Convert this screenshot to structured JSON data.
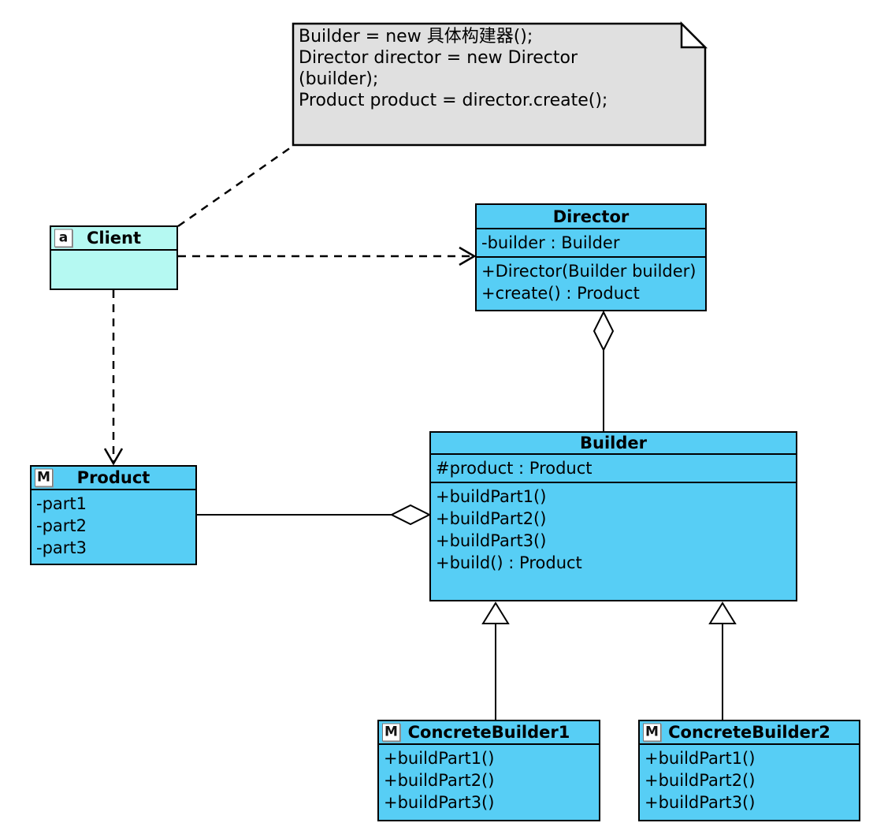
{
  "note": {
    "lines": [
      "Builder = new 具体构建器();",
      "Director director = new Director",
      "(builder);",
      "Product product = director.create();"
    ]
  },
  "classes": {
    "client": {
      "name": "Client",
      "badge": "a",
      "attributes": [],
      "methods": []
    },
    "director": {
      "name": "Director",
      "attributes": [
        "-builder : Builder"
      ],
      "methods": [
        "+Director(Builder builder)",
        "+create() : Product"
      ]
    },
    "builder": {
      "name": "Builder",
      "attributes": [
        "#product : Product"
      ],
      "methods": [
        "+buildPart1()",
        "+buildPart2()",
        "+buildPart3()",
        "+build() : Product"
      ]
    },
    "product": {
      "name": "Product",
      "badge": "M",
      "attributes": [
        "-part1",
        "-part2",
        "-part3"
      ],
      "methods": []
    },
    "concrete_builder_1": {
      "name": "ConcreteBuilder1",
      "badge": "M",
      "attributes": [],
      "methods": [
        "+buildPart1()",
        "+buildPart2()",
        "+buildPart3()"
      ]
    },
    "concrete_builder_2": {
      "name": "ConcreteBuilder2",
      "badge": "M",
      "attributes": [],
      "methods": [
        "+buildPart1()",
        "+buildPart2()",
        "+buildPart3()"
      ]
    }
  },
  "relationships": [
    {
      "type": "note-anchor",
      "from": "note",
      "to": "Client",
      "line": "dashed"
    },
    {
      "type": "dependency",
      "from": "Client",
      "to": "Director",
      "line": "dashed-open-arrow"
    },
    {
      "type": "dependency",
      "from": "Client",
      "to": "Product",
      "line": "dashed-open-arrow"
    },
    {
      "type": "aggregation",
      "whole": "Director",
      "part": "Builder"
    },
    {
      "type": "aggregation",
      "whole": "Builder",
      "part": "Product"
    },
    {
      "type": "generalization",
      "from": "ConcreteBuilder1",
      "to": "Builder"
    },
    {
      "type": "generalization",
      "from": "ConcreteBuilder2",
      "to": "Builder"
    }
  ],
  "colors": {
    "class_fill": "#57CEF5",
    "client_fill": "#B5F9F2",
    "note_fill": "#E0E0E0",
    "border": "#000000"
  }
}
